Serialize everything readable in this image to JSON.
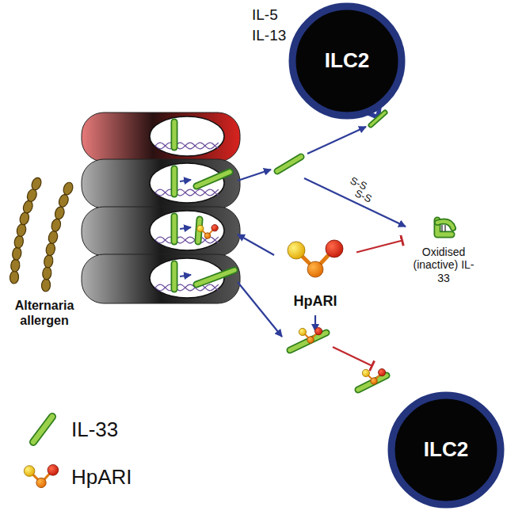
{
  "diagram": {
    "nodes": [
      {
        "text": [
          "ILC2"
        ]
      },
      {
        "text": [
          "Oxidised (inactive) IL-33"
        ]
      },
      {
        "text": [
          "HpARI"
        ]
      },
      {
        "text": [
          "ILC2"
        ]
      }
    ],
    "edges": [
      {
        "from": 2,
        "to": 1,
        "arrow": "to"
      }
    ],
    "labels": [
      "IL-5",
      "IL-13",
      "S-S",
      "S-S",
      "Alternaria allergen"
    ],
    "legend": [
      {
        "text": "IL-33"
      },
      {
        "text": "HpARI"
      }
    ]
  }
}
